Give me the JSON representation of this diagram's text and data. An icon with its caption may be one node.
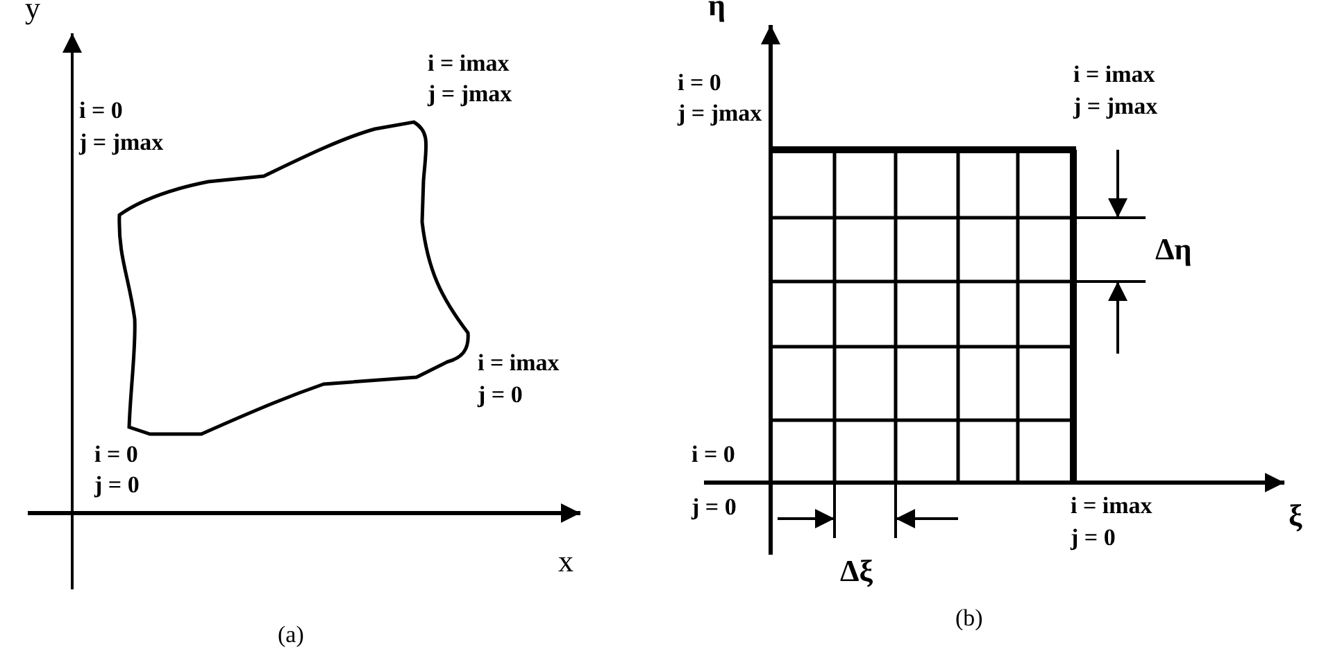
{
  "diagram": {
    "labels": [
      "y",
      "i = imax",
      "j = jmax",
      "i = 0",
      "j = jmax",
      "i = imax",
      "j = 0",
      "i = 0",
      "j = 0",
      "x",
      "(a)",
      "η",
      "i = 0",
      "j = jmax",
      "i = imax",
      "j = jmax",
      "Δη",
      "i = 0",
      "j = 0",
      "i = imax",
      "j = 0",
      "ξ",
      "Δξ",
      "(b)"
    ]
  }
}
